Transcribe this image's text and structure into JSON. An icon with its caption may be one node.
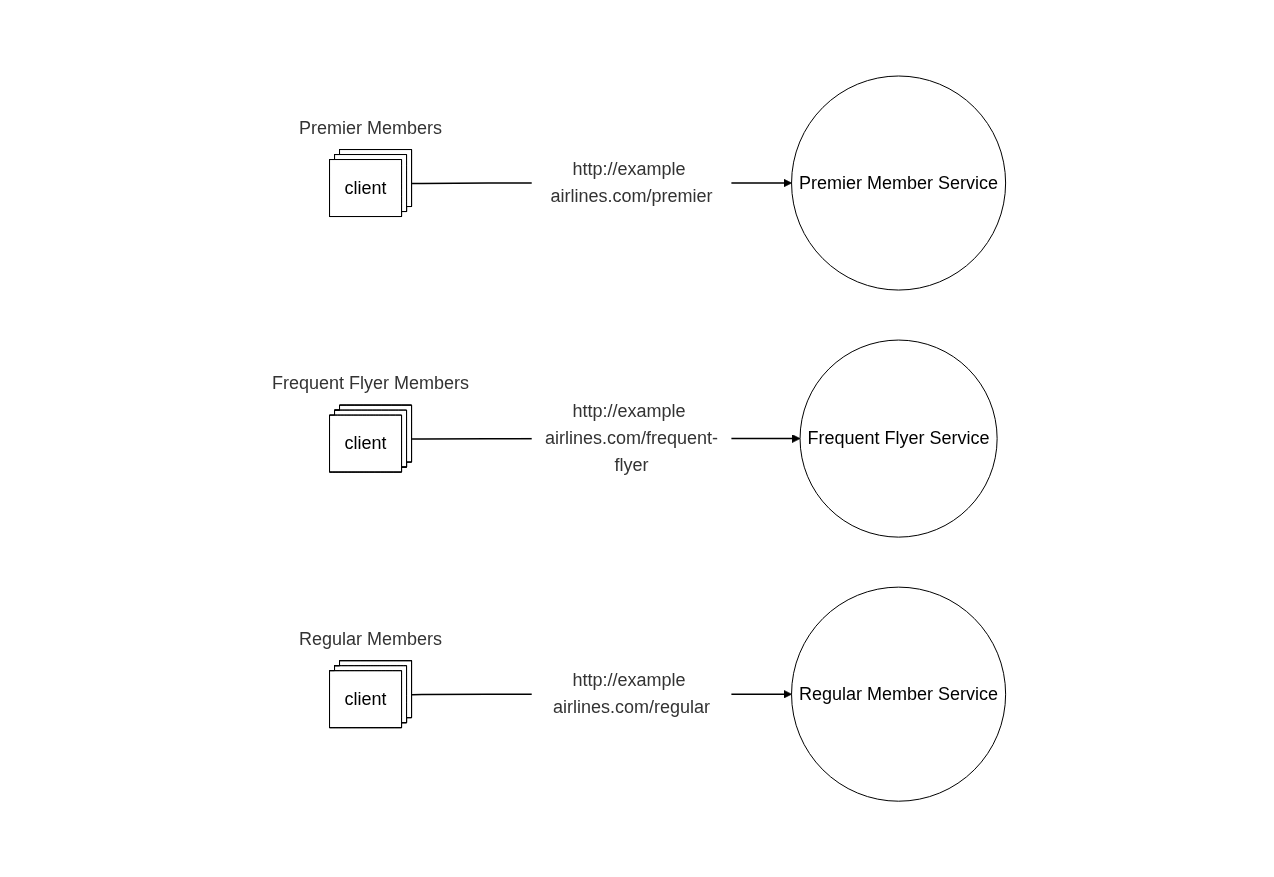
{
  "diagram": {
    "nodes": [
      {
        "text": [
          "client"
        ],
        "beside": [
          "Premier Members"
        ]
      },
      {
        "text": [
          "Premier Member Service"
        ]
      },
      {
        "text": [
          "client"
        ],
        "beside": [
          "Frequent Flyer Members"
        ]
      },
      {
        "text": [
          "Frequent Flyer Service"
        ]
      },
      {
        "text": [
          "client"
        ],
        "beside": [
          "Regular Members"
        ]
      },
      {
        "text": [
          "Regular Member Service"
        ]
      }
    ],
    "edges": [
      {
        "from": 0,
        "to": 1,
        "arrow": "to",
        "label": "http://example airlines.com/premier"
      },
      {
        "from": 2,
        "to": 3,
        "arrow": "to",
        "label": "http://example airlines.com/frequent-flyer"
      },
      {
        "from": 4,
        "to": 5,
        "arrow": "to",
        "label": "http://example airlines.com/regular"
      }
    ]
  }
}
